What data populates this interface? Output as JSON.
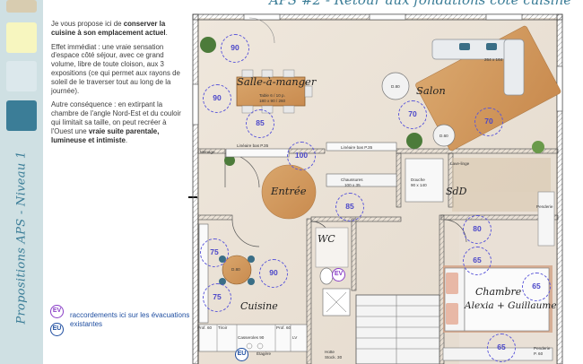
{
  "page_title": "APS #2 - Retour aux fondations côté cuisine",
  "sidebar_title": "Propositions APS - Niveau 1",
  "colors": {
    "sidebar_bg": "#cfe0e3",
    "swatch_yellow": "#f7f6bf",
    "swatch_light_blue": "#dce8ec",
    "swatch_teal": "#3b7d97",
    "title_color": "#3b7d97",
    "lux_circle": "#5b57d9",
    "ev_color": "#8a3fc7",
    "eu_color": "#1f4ea0"
  },
  "intro": {
    "p1_a": "Je vous propose ici de ",
    "p1_b": "conserver la cuisine à son emplacement actuel",
    "p1_c": ".",
    "p2": "Effet immédiat : une vraie sensation d'espace côté séjour, avec ce grand volume, libre de toute cloison, aux 3 expositions (ce qui permet aux rayons de soleil de le traverser tout au long de la journée).",
    "p3_a": "Autre conséquence : en extirpant la chambre de l'angle Nord-Est et du couloir qui limitait sa taille, on peut recréer à l'Ouest une ",
    "p3_b": "vraie suite parentale, lumineuse et intimiste",
    "p3_c": "."
  },
  "legend": {
    "ev_badge": "EV",
    "ev_text": "raccordements ici sur les évacuations existantes",
    "eu_badge": "EU"
  },
  "rooms": {
    "salle_a_manger": "Salle-à-manger",
    "salon": "Salon",
    "entree": "Entrée",
    "sdd": "SdD",
    "wc": "WC",
    "chambre_1": "Chambre",
    "chambre_2": "Alexia + Guillaume",
    "cuisine": "Cuisine"
  },
  "annotations": {
    "table": "Table 6 / 10 p.",
    "table_dims": "180 x 90 / 260",
    "sofa": "264 x 164",
    "coffee_table": "D.80",
    "side_table": "D.60",
    "dining_table_kitchen": "D.80",
    "lineaire_1": "Linéaire bas P.35",
    "lineaire_2": "Linéaire bas P.35",
    "chaussures": "Chaussures",
    "chaussures_dims": "100 x 35",
    "douche": "Douche",
    "douche_dims": "90 x 140",
    "menage": "Ménage",
    "penderie": "Penderie",
    "wash": "Lave-linge",
    "kitchen_1": "Prof. 60",
    "kitchen_2": "Tiroir",
    "kitchen_3": "Casseroles 90",
    "kitchen_4": "Prof. 60",
    "kitchen_5": "LV",
    "kitchen_6": "Étagère",
    "stairs_1": "Hotte",
    "stairs_2": "Stock. 30",
    "bed_1": "Penderie",
    "bed_2": "P. 60"
  },
  "lux_values": [
    "90",
    "90",
    "85",
    "100",
    "70",
    "70",
    "85",
    "80",
    "65",
    "75",
    "90",
    "75",
    "65",
    "65"
  ],
  "badges": {
    "ev": "EV",
    "eu": "EU"
  }
}
